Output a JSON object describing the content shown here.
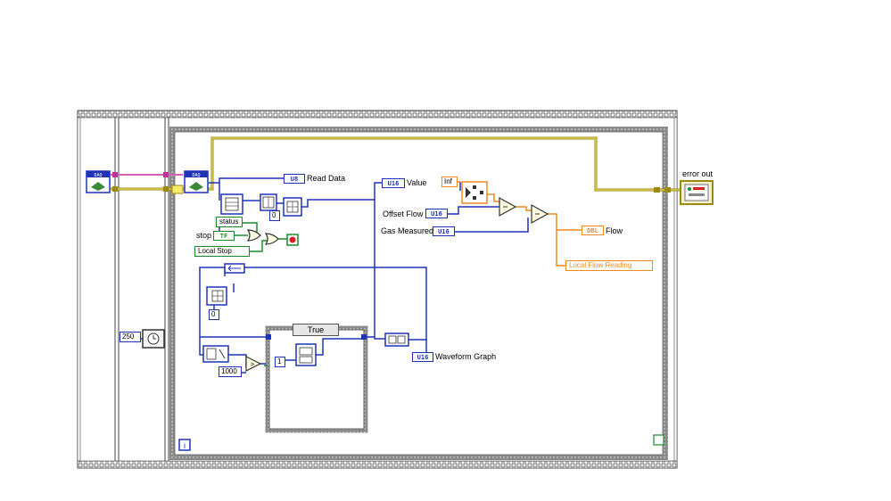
{
  "labels": {
    "read_data": "Read Data",
    "value": "Value",
    "offset_flow": "Offset Flow",
    "gas_measured": "Gas Measured",
    "flow": "Flow",
    "local_flow_reading": "Local Flow Reading",
    "status": "status",
    "stop": "stop",
    "local_stop": "Local Stop",
    "waveform_graph": "Waveform Graph",
    "error_out": "error out"
  },
  "terminals": {
    "read_data_type": "U8",
    "value_type": "U16",
    "offset_flow_type": "U16",
    "gas_measured_type": "U16",
    "flow_type": "DBL",
    "waveform_type": "U16",
    "stop_type": "TF"
  },
  "constants": {
    "wait_ms": "250",
    "inf": "Inf",
    "zero_a": "0",
    "zero_b": "0",
    "one": "1",
    "thousand": "1000"
  },
  "case_structure": {
    "selector": "True"
  },
  "loop": {
    "iteration": "i"
  },
  "colors": {
    "wire_blue": "#1f33b7",
    "wire_orange": "#f08a1f",
    "wire_green": "#1a8a2a",
    "wire_error": "#9a8a10",
    "wire_pink": "#c0309a"
  }
}
